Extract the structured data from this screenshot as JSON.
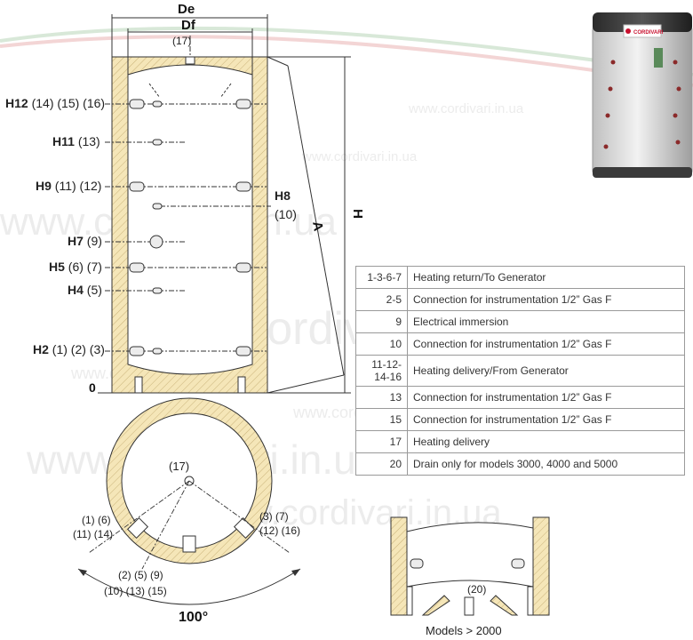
{
  "watermark": "www.cordivari.in.ua",
  "dims": {
    "de": "De",
    "df": "Df",
    "top_conn": "(17)",
    "h": "H",
    "a": "A",
    "zero": "0"
  },
  "levels": [
    {
      "code": "H12",
      "conns": "(14) (15) (16)"
    },
    {
      "code": "H11",
      "conns": "(13)"
    },
    {
      "code": "H9",
      "conns": "(11) (12)"
    },
    {
      "code": "H8",
      "conns": "(10)"
    },
    {
      "code": "H7",
      "conns": "(9)"
    },
    {
      "code": "H5",
      "conns": "(6) (7)"
    },
    {
      "code": "H4",
      "conns": "(5)"
    },
    {
      "code": "H2",
      "conns": "(1) (2) (3)"
    }
  ],
  "plan": {
    "center": "(17)",
    "left_top": "(1) (6)",
    "left_bottom": "(11) (14)",
    "right_top": "(3) (7)",
    "right_bottom": "(12) (16)",
    "bottom_top": "(2) (5) (9)",
    "bottom_bottom": "(10) (13) (15)",
    "angle": "100°"
  },
  "legend": [
    {
      "code": "1-3-6-7",
      "desc": "Heating return/To Generator"
    },
    {
      "code": "2-5",
      "desc": "Connection for instrumentation 1/2” Gas F"
    },
    {
      "code": "9",
      "desc": "Electrical immersion"
    },
    {
      "code": "10",
      "desc": "Connection for instrumentation 1/2” Gas F"
    },
    {
      "code": "11-12-14-16",
      "desc": "Heating delivery/From Generator"
    },
    {
      "code": "13",
      "desc": "Connection for instrumentation 1/2” Gas F"
    },
    {
      "code": "15",
      "desc": "Connection for instrumentation 1/2” Gas F"
    },
    {
      "code": "17",
      "desc": "Heating delivery"
    },
    {
      "code": "20",
      "desc": "Drain only for models 3000, 4000 and 5000"
    }
  ],
  "detail": {
    "drain": "(20)",
    "caption": "Models > 2000"
  },
  "brand": "CORDIVARI",
  "colors": {
    "insulation": "#f5e6b8",
    "line": "#333333",
    "tank": "#d9d9d9"
  }
}
